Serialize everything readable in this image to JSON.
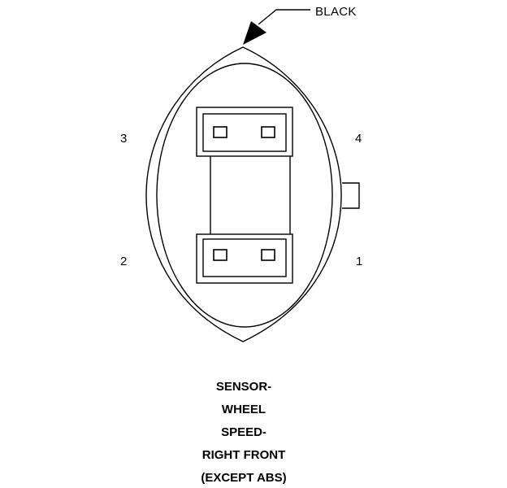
{
  "callout": {
    "label": "BLACK"
  },
  "pins": {
    "pin1": "1",
    "pin2": "2",
    "pin3": "3",
    "pin4": "4"
  },
  "caption": {
    "line1": "SENSOR-",
    "line2": "WHEEL",
    "line3": "SPEED-",
    "line4": "RIGHT FRONT",
    "line5": "(EXCEPT ABS)"
  },
  "colors": {
    "line": "#000000",
    "background": "#ffffff"
  }
}
